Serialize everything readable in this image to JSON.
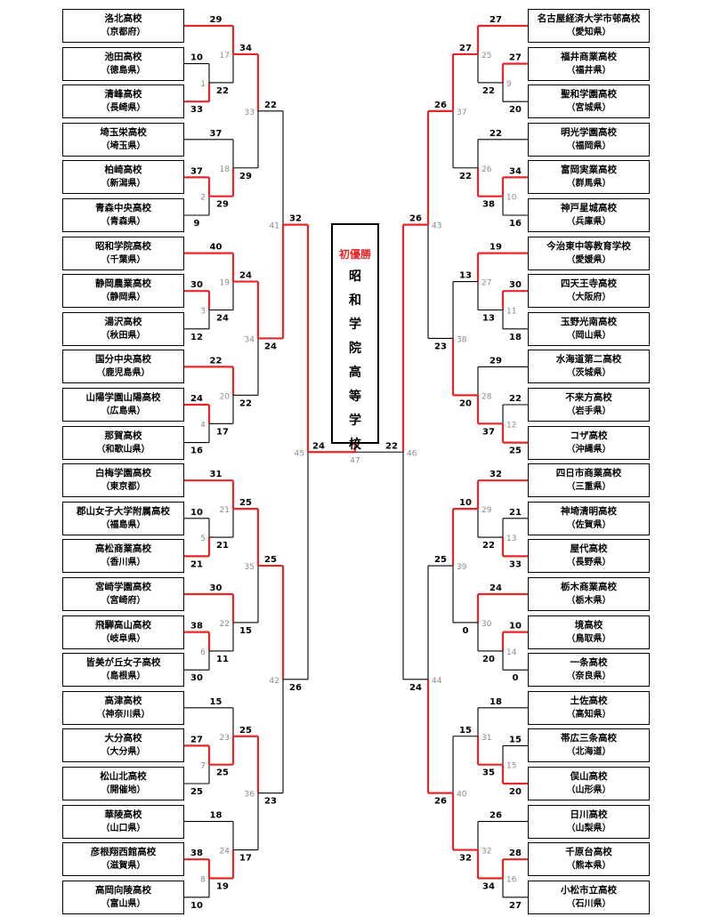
{
  "colors": {
    "win": "#e8262a",
    "lose": "#000000",
    "match_no": "#8a8a8a"
  },
  "champion": {
    "label": "初優勝",
    "school": "昭和学院高等学校"
  },
  "left_teams": [
    {
      "name": "洛北高校",
      "pref": "（京都府）"
    },
    {
      "name": "池田高校",
      "pref": "（徳島県）"
    },
    {
      "name": "清峰高校",
      "pref": "（長崎県）"
    },
    {
      "name": "埼玉栄高校",
      "pref": "（埼玉県）"
    },
    {
      "name": "柏崎高校",
      "pref": "（新潟県）"
    },
    {
      "name": "青森中央高校",
      "pref": "（青森県）"
    },
    {
      "name": "昭和学院高校",
      "pref": "（千葉県）"
    },
    {
      "name": "静岡農業高校",
      "pref": "（静岡県）"
    },
    {
      "name": "湯沢高校",
      "pref": "（秋田県）"
    },
    {
      "name": "国分中央高校",
      "pref": "（鹿児島県）"
    },
    {
      "name": "山陽学園山陽高校",
      "pref": "（広島県）"
    },
    {
      "name": "那賀高校",
      "pref": "（和歌山県）"
    },
    {
      "name": "白梅学園高校",
      "pref": "（東京都）"
    },
    {
      "name": "郡山女子大学附属高校",
      "pref": "（福島県）"
    },
    {
      "name": "高松商業高校",
      "pref": "（香川県）"
    },
    {
      "name": "宮崎学園高校",
      "pref": "（宮崎府）"
    },
    {
      "name": "飛騨高山高校",
      "pref": "（岐阜県）"
    },
    {
      "name": "皆美が丘女子高校",
      "pref": "（島根県）"
    },
    {
      "name": "高津高校",
      "pref": "（神奈川県）"
    },
    {
      "name": "大分高校",
      "pref": "（大分県）"
    },
    {
      "name": "松山北高校",
      "pref": "（開催地）"
    },
    {
      "name": "華陵高校",
      "pref": "（山口県）"
    },
    {
      "name": "彦根翔西館高校",
      "pref": "（滋賀県）"
    },
    {
      "name": "高岡向陵高校",
      "pref": "（富山県）"
    }
  ],
  "right_teams": [
    {
      "name": "名古屋経済大学市邨高校",
      "pref": "（愛知県）"
    },
    {
      "name": "福井商業高校",
      "pref": "（福井県）"
    },
    {
      "name": "聖和学園高校",
      "pref": "（宮城県）"
    },
    {
      "name": "明光学園高校",
      "pref": "（福岡県）"
    },
    {
      "name": "富岡実業高校",
      "pref": "（群馬県）"
    },
    {
      "name": "神戸星城高校",
      "pref": "（兵庫県）"
    },
    {
      "name": "今治東中等教育学校",
      "pref": "（愛媛県）"
    },
    {
      "name": "四天王寺高校",
      "pref": "（大阪府）"
    },
    {
      "name": "玉野光南高校",
      "pref": "（岡山県）"
    },
    {
      "name": "水海道第二高校",
      "pref": "（茨城県）"
    },
    {
      "name": "不来方高校",
      "pref": "（岩手県）"
    },
    {
      "name": "コザ高校",
      "pref": "（沖縄県）"
    },
    {
      "name": "四日市商業高校",
      "pref": "（三重県）"
    },
    {
      "name": "神埼清明高校",
      "pref": "（佐賀県）"
    },
    {
      "name": "屋代高校",
      "pref": "（長野県）"
    },
    {
      "name": "栃木商業高校",
      "pref": "（栃木県）"
    },
    {
      "name": "境高校",
      "pref": "（鳥取県）"
    },
    {
      "name": "一条高校",
      "pref": "（奈良県）"
    },
    {
      "name": "土佐高校",
      "pref": "（高知県）"
    },
    {
      "name": "帯広三条高校",
      "pref": "（北海道）"
    },
    {
      "name": "俣山高校",
      "pref": "（山形県）"
    },
    {
      "name": "日川高校",
      "pref": "（山梨県）"
    },
    {
      "name": "千原台高校",
      "pref": "（熊本県）"
    },
    {
      "name": "小松市立高校",
      "pref": "（石川県）"
    }
  ],
  "r1_left": [
    {
      "no": "1",
      "top": "10",
      "bot": "33",
      "win": "bot"
    },
    {
      "no": "2",
      "top": "37",
      "bot": "9",
      "win": "top"
    },
    {
      "no": "3",
      "top": "30",
      "bot": "12",
      "win": "top"
    },
    {
      "no": "4",
      "top": "24",
      "bot": "16",
      "win": "top"
    },
    {
      "no": "5",
      "top": "10",
      "bot": "21",
      "win": "bot"
    },
    {
      "no": "6",
      "top": "38",
      "bot": "30",
      "win": "top"
    },
    {
      "no": "7",
      "top": "27",
      "bot": "25",
      "win": "top"
    },
    {
      "no": "8",
      "top": "38",
      "bot": "10",
      "win": "top"
    }
  ],
  "r2_left": [
    {
      "no": "17",
      "top": "29",
      "bot": "22",
      "win": "top"
    },
    {
      "no": "18",
      "top": "37",
      "bot": "29",
      "win": "bot"
    },
    {
      "no": "19",
      "top": "40",
      "bot": "24",
      "win": "top"
    },
    {
      "no": "20",
      "top": "22",
      "bot": "17",
      "win": "top"
    },
    {
      "no": "21",
      "top": "31",
      "bot": "21",
      "win": "top"
    },
    {
      "no": "22",
      "top": "30",
      "bot": "11",
      "win": "top"
    },
    {
      "no": "23",
      "top": "15",
      "bot": "25",
      "win": "bot"
    },
    {
      "no": "24",
      "top": "18",
      "bot": "19",
      "win": "bot"
    }
  ],
  "r3_left": [
    {
      "no": "33",
      "top": "34",
      "bot": "29",
      "win": "top"
    },
    {
      "no": "34",
      "top": "24",
      "bot": "22",
      "win": "top"
    },
    {
      "no": "35",
      "top": "25",
      "bot": "15",
      "win": "top"
    },
    {
      "no": "36",
      "top": "25",
      "bot": "17",
      "win": "top"
    }
  ],
  "r4_left": [
    {
      "no": "41",
      "top": "22",
      "bot": "24",
      "win": "bot"
    },
    {
      "no": "42",
      "top": "25",
      "bot": "23",
      "win": "top"
    }
  ],
  "r5_left": {
    "no": "45",
    "top": "32",
    "bot": "26",
    "win": "top"
  },
  "r1_right": [
    {
      "no": "9",
      "top": "27",
      "bot": "20",
      "win": "top"
    },
    {
      "no": "10",
      "top": "34",
      "bot": "16",
      "win": "top"
    },
    {
      "no": "11",
      "top": "30",
      "bot": "18",
      "win": "top"
    },
    {
      "no": "12",
      "top": "22",
      "bot": "25",
      "win": "bot"
    },
    {
      "no": "13",
      "top": "21",
      "bot": "33",
      "win": "bot"
    },
    {
      "no": "14",
      "top": "10",
      "bot": "0",
      "win": "top"
    },
    {
      "no": "15",
      "top": "15",
      "bot": "20",
      "win": "bot"
    },
    {
      "no": "16",
      "top": "28",
      "bot": "27",
      "win": "top"
    }
  ],
  "r2_right": [
    {
      "no": "25",
      "top": "27",
      "bot": "22",
      "win": "top"
    },
    {
      "no": "26",
      "top": "22",
      "bot": "38",
      "win": "bot"
    },
    {
      "no": "27",
      "top": "19",
      "bot": "13",
      "win": "top"
    },
    {
      "no": "28",
      "top": "29",
      "bot": "37",
      "win": "bot"
    },
    {
      "no": "29",
      "top": "32",
      "bot": "22",
      "win": "top"
    },
    {
      "no": "30",
      "top": "24",
      "bot": "20",
      "win": "top"
    },
    {
      "no": "31",
      "top": "18",
      "bot": "35",
      "win": "bot"
    },
    {
      "no": "32",
      "top": "26",
      "bot": "34",
      "win": "bot"
    }
  ],
  "r3_right": [
    {
      "no": "37",
      "top": "27",
      "bot": "22",
      "win": "top"
    },
    {
      "no": "38",
      "top": "13",
      "bot": "20",
      "win": "bot"
    },
    {
      "no": "39",
      "top": "10",
      "bot": "0",
      "win": "top"
    },
    {
      "no": "40",
      "top": "15",
      "bot": "32",
      "win": "bot"
    }
  ],
  "r4_right": [
    {
      "no": "43",
      "top": "26",
      "bot": "23",
      "win": "top"
    },
    {
      "no": "44",
      "top": "25",
      "bot": "26",
      "win": "bot"
    }
  ],
  "r5_right": {
    "no": "46",
    "top": "26",
    "bot": "24",
    "win": "top"
  },
  "final": {
    "no": "47",
    "left": "24",
    "right": "22",
    "win": "left"
  }
}
